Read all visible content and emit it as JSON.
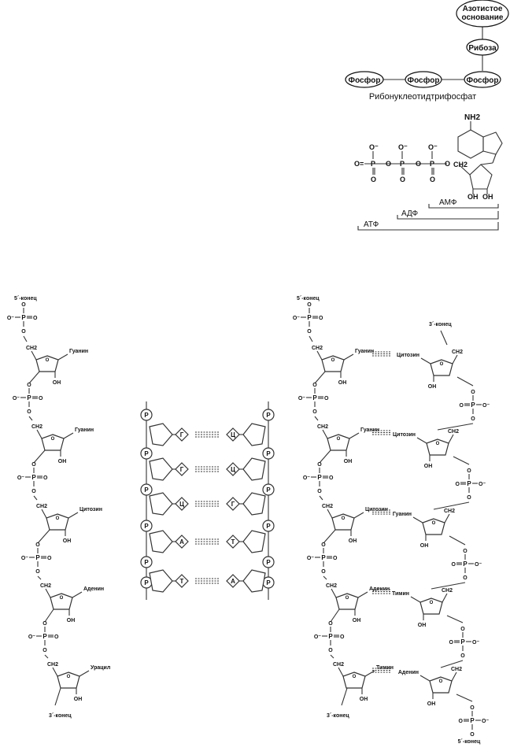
{
  "rnt": {
    "nodes": {
      "base_line1": "Азотистое",
      "base_line2": "основание",
      "ribose": "Рибоза",
      "phosphor": "Фосфор"
    },
    "caption": "Рибонуклеотидтрифосфат"
  },
  "atp": {
    "nh2": "NH2",
    "neg": "O⁻",
    "o": "O",
    "p": "P",
    "dblo": "O=",
    "ch2": "CH2",
    "oh": "OH",
    "amp": "АМФ",
    "adp": "АДФ",
    "atp": "АТФ"
  },
  "chem": {
    "p": "P",
    "o": "O",
    "neg": "O⁻",
    "ch2": "CH2",
    "oh": "OH",
    "dbl": "=O",
    "dblo": "O="
  },
  "rna": {
    "end5": "5´-конец",
    "end3": "3´-конец",
    "bases": [
      "Гуанин",
      "Гуанин",
      "Цитозин",
      "Аденин",
      "Урацил"
    ]
  },
  "ladder": {
    "p": "P",
    "left": [
      "Г",
      "Г",
      "Ц",
      "А",
      "Т"
    ],
    "right": [
      "Ц",
      "Ц",
      "Г",
      "Т",
      "А"
    ]
  },
  "dna": {
    "left_end5": "5´-конец",
    "left_end3": "3´-конец",
    "right_end3": "3´-конец",
    "right_end5": "5´-конец",
    "pairs": [
      [
        "Гуанин",
        "Цитозин"
      ],
      [
        "Гуанин",
        "Цитозин"
      ],
      [
        "Цитозин",
        "Гуанин"
      ],
      [
        "Аденин",
        "Тимин"
      ],
      [
        "Тимин",
        "Аденин"
      ]
    ]
  }
}
